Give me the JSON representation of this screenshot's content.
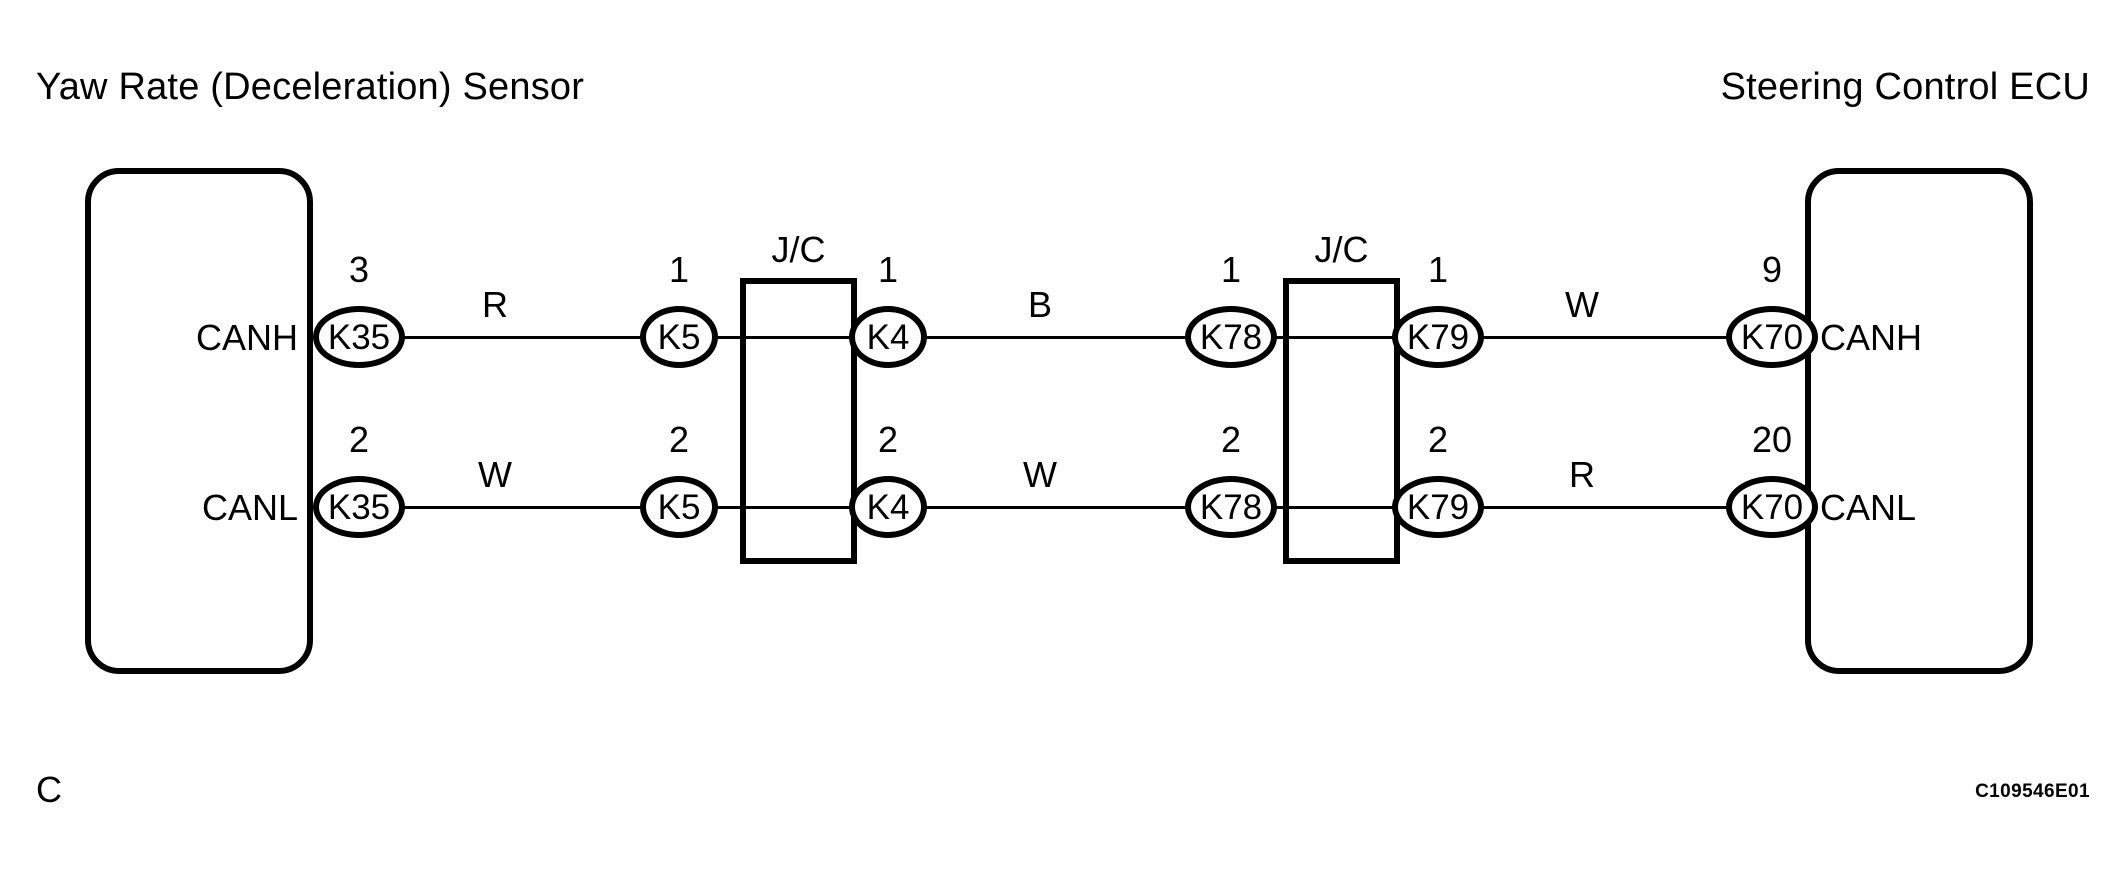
{
  "diagram": {
    "title_left": "Yaw Rate (Deceleration) Sensor",
    "title_right": "Steering Control ECU",
    "corner_mark": "C",
    "figure_code": "C109546E01",
    "junction_label_1": "J/C",
    "junction_label_2": "J/C"
  },
  "rows": {
    "canh": {
      "signal_left": "CANH",
      "signal_right": "CANH",
      "connectors": [
        {
          "id": "K35",
          "pin": "3"
        },
        {
          "id": "K5",
          "pin": "1"
        },
        {
          "id": "K4",
          "pin": "1"
        },
        {
          "id": "K78",
          "pin": "1"
        },
        {
          "id": "K79",
          "pin": "1"
        },
        {
          "id": "K70",
          "pin": "9"
        }
      ],
      "wire_codes": [
        "R",
        "B",
        "W"
      ]
    },
    "canl": {
      "signal_left": "CANL",
      "signal_right": "CANL",
      "connectors": [
        {
          "id": "K35",
          "pin": "2"
        },
        {
          "id": "K5",
          "pin": "2"
        },
        {
          "id": "K4",
          "pin": "2"
        },
        {
          "id": "K78",
          "pin": "2"
        },
        {
          "id": "K79",
          "pin": "2"
        },
        {
          "id": "K70",
          "pin": "20"
        }
      ],
      "wire_codes": [
        "W",
        "W",
        "R"
      ]
    }
  }
}
